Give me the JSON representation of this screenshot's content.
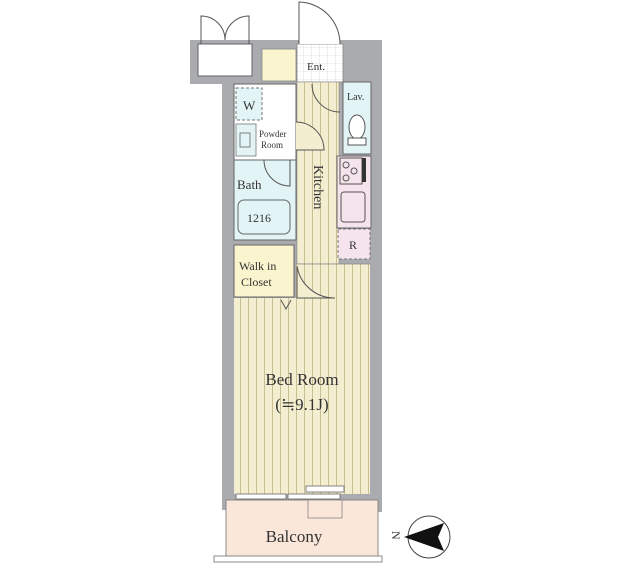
{
  "rooms": {
    "entrance": "Ent.",
    "washer": "W",
    "powder_room_line1": "Powder",
    "powder_room_line2": "Room",
    "lavatory": "Lav.",
    "kitchen": "Kitchen",
    "bath": "Bath",
    "bathtub_size": "1216",
    "refrigerator": "R",
    "walk_in_closet_line1": "Walk in",
    "walk_in_closet_line2": "Closet",
    "bedroom": "Bed Room",
    "bedroom_size": "(≒9.1J)",
    "balcony": "Balcony"
  },
  "compass": {
    "label": "N"
  },
  "colors": {
    "wall": "#a9abae",
    "floor_wood": "#f4eed0",
    "wood_stripe": "#c9bf95",
    "wet_area": "#e3f4f6",
    "storage": "#faf5cf",
    "kitchen_fixture": "#f6e4ec",
    "balcony": "#fbe6da"
  }
}
